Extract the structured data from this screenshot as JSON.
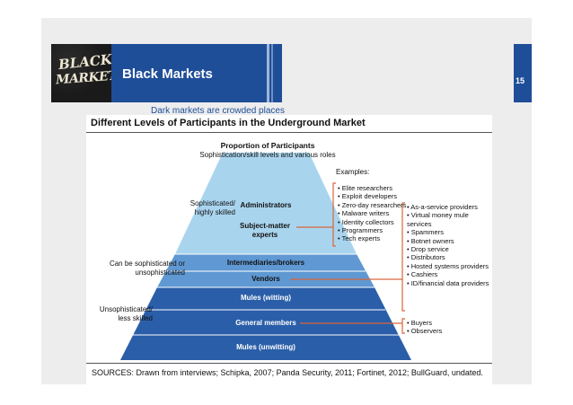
{
  "slide": {
    "title": "Black Markets",
    "page_number": "15",
    "logo_line1": "BLACK",
    "logo_line2": "MARKET",
    "caption": "Dark markets are crowded places"
  },
  "figure": {
    "title": "Different Levels of Participants in the Underground Market",
    "heading": "Proportion of Participants",
    "subheading": "Sophistication/skill levels and various roles",
    "examples_label": "Examples:",
    "left_labels": {
      "top": "Sophisticated/ highly skilled",
      "middle": "Can be sophisticated or unsophisticated",
      "bottom": "Unsophisticated/ less skilled"
    },
    "pyramid": {
      "administrators": "Administrators",
      "subject_matter": "Subject-matter experts",
      "intermediaries": "Intermediaries/brokers",
      "vendors": "Vendors",
      "mules_witting": "Mules (witting)",
      "general_members": "General members",
      "mules_unwitting": "Mules (unwitting)"
    },
    "examples_experts": [
      "Elite researchers",
      "Exploit developers",
      "Zero-day researchers",
      "Malware writers",
      "Identity collectors",
      "Programmers",
      "Tech experts"
    ],
    "examples_vendors": [
      "As-a-service providers",
      "Virtual money mule services",
      "Spammers",
      "Botnet owners",
      "Drop service",
      "Distributors",
      "Hosted systems providers",
      "Cashiers",
      "ID/financial data providers"
    ],
    "examples_members": [
      "Buyers",
      "Observers"
    ],
    "sources": "SOURCES: Drawn from interviews; Schipka, 2007; Panda Security, 2011; Fortinet, 2012; BullGuard, undated.",
    "colors": {
      "top": "#a9d4ee",
      "middle": "#5f98d2",
      "bottom": "#2a5ea9",
      "connector": "#d9663a"
    }
  }
}
